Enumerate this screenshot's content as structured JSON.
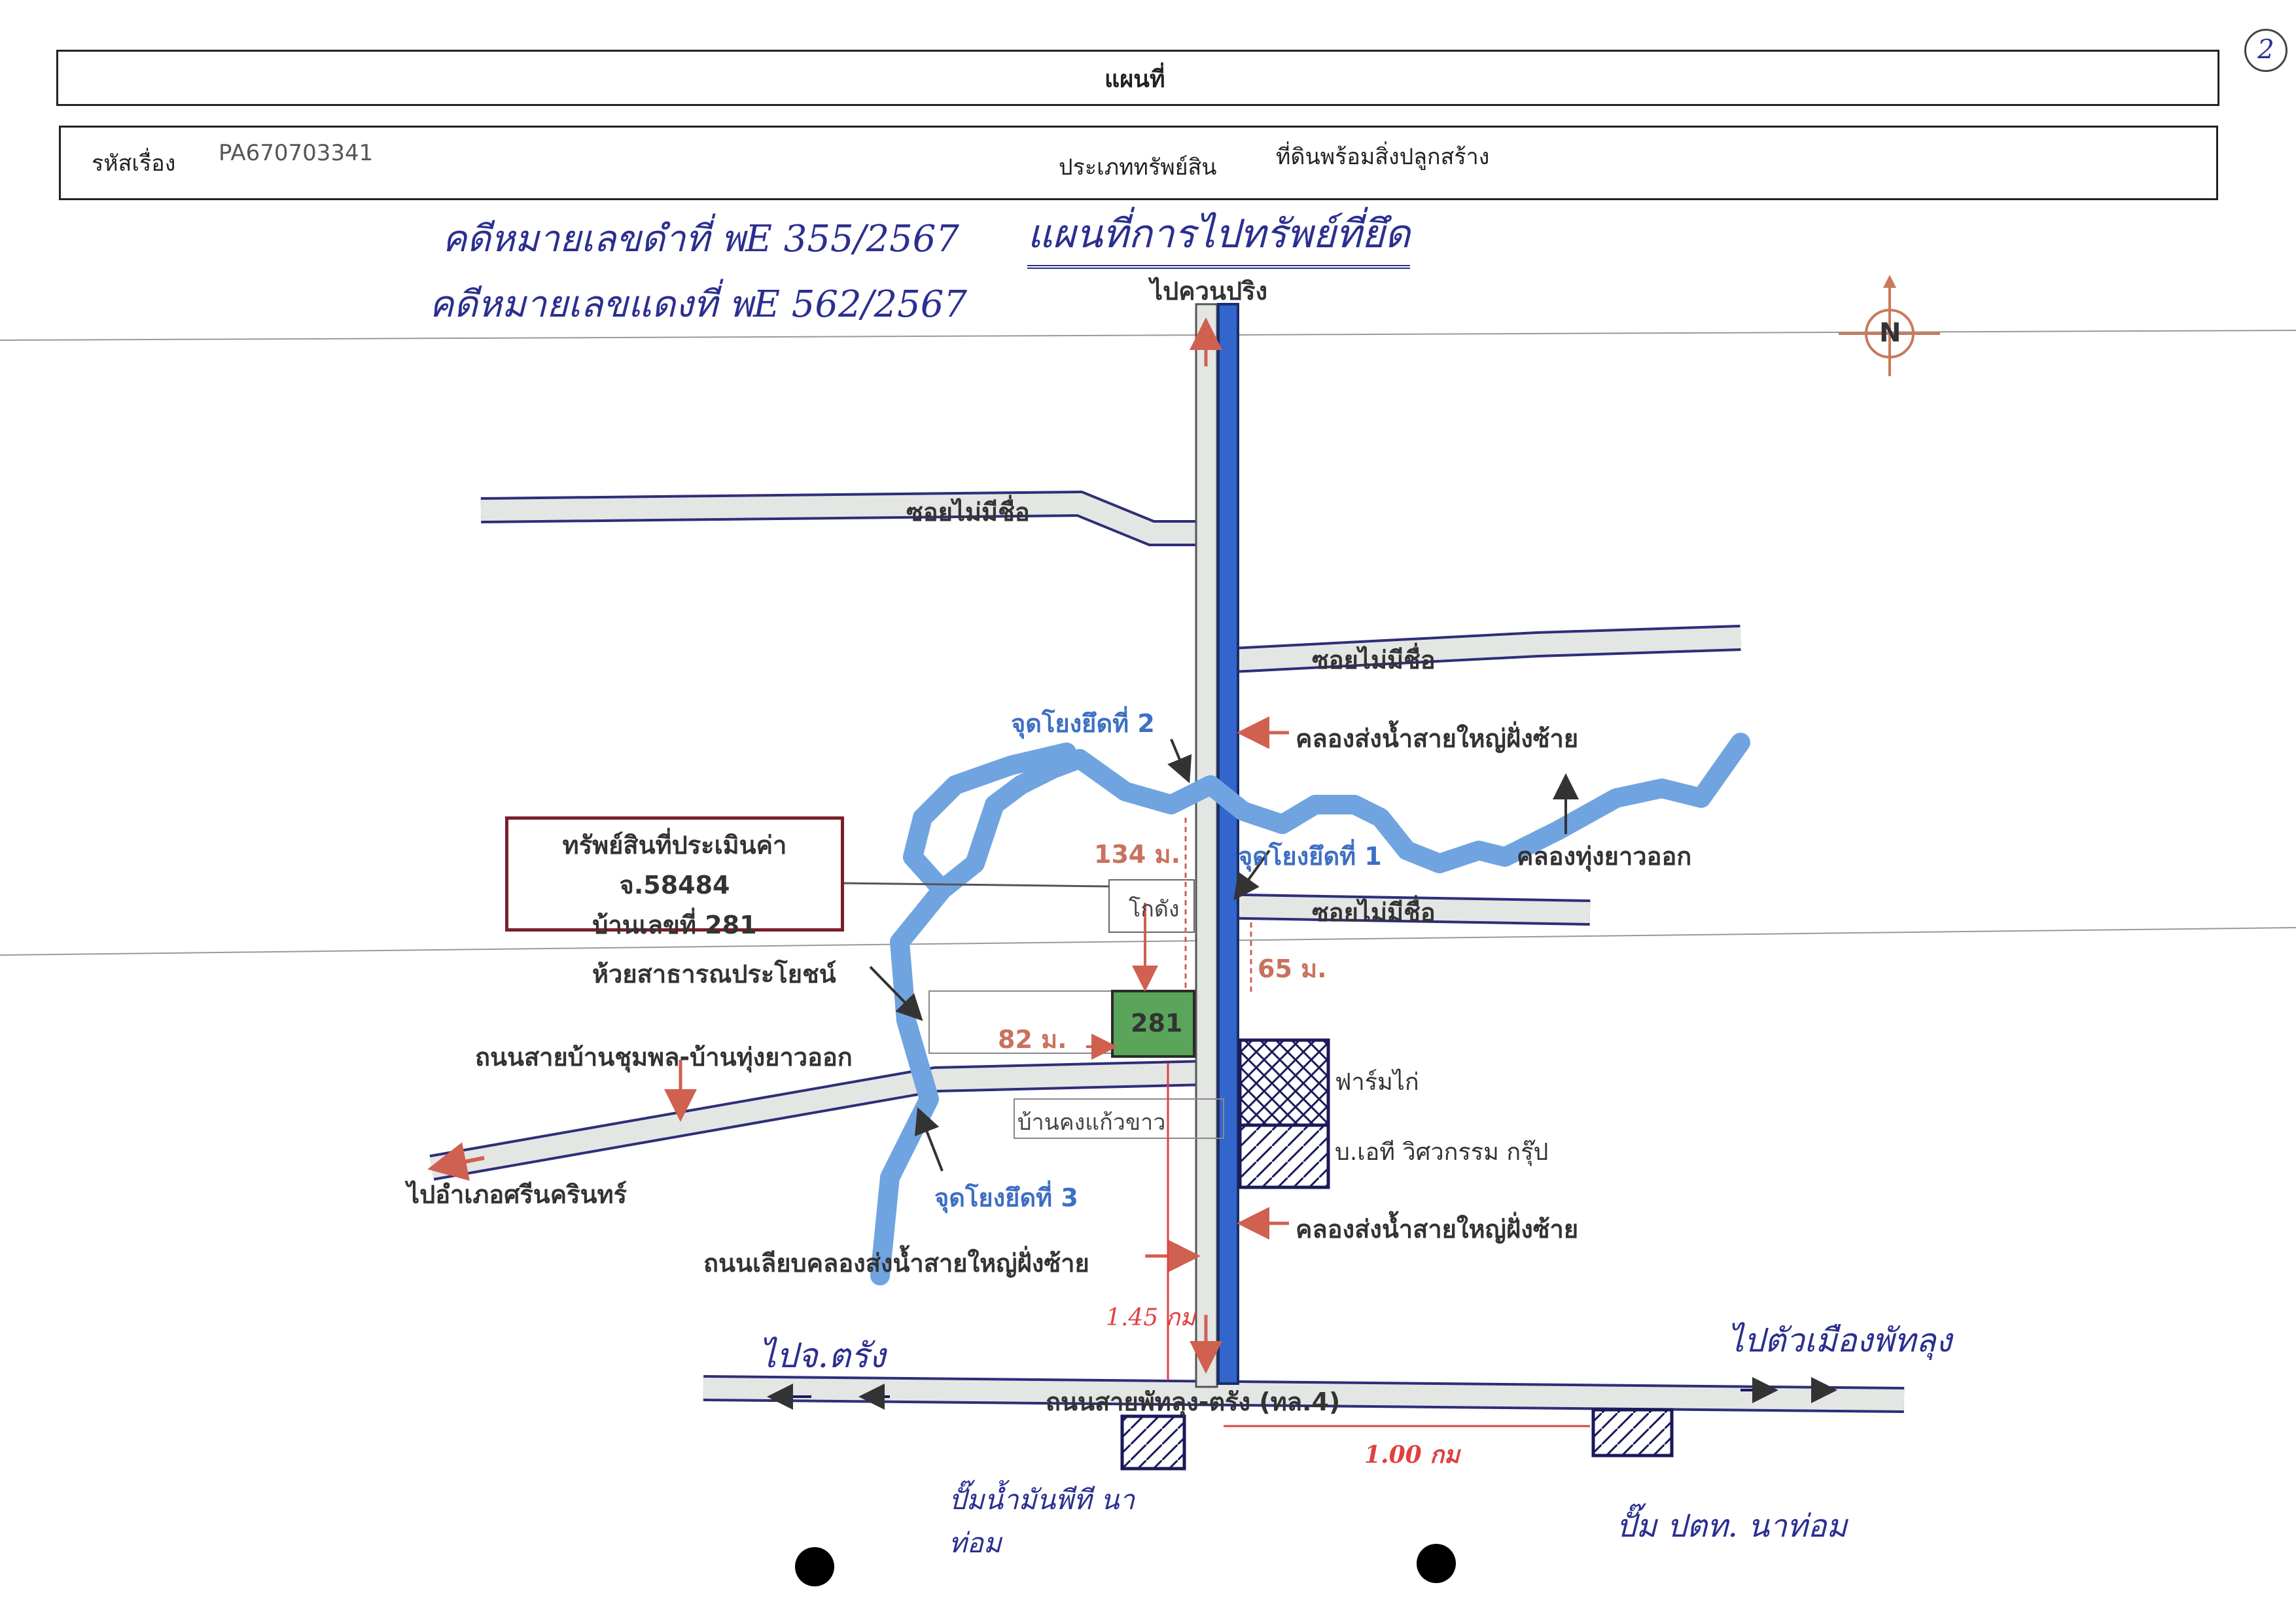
{
  "header": {
    "title": "แผนที่",
    "case_label": "รหัสเรื่อง",
    "case_code": "PA670703341",
    "asset_type_label": "ประเภททรัพย์สิน",
    "asset_type_value": "ที่ดินพร้อมสิ่งปลูกสร้าง",
    "page_mark": "2"
  },
  "handwritten": {
    "case_black": "คดีหมายเลขดำที่ พE 355/2567",
    "case_red": "คดีหมายเลขแดงที่ พE 562/2567",
    "map_title": "แผนที่การไปทรัพย์ที่ยึด",
    "to_trang": "ไปจ.ตรัง",
    "to_phatthalung": "ไปตัวเมืองพัทลุง",
    "gas_station_1": "ปั๊มน้ำมันพีที นาท่อม",
    "gas_station_2": "ปั๊ม ปตท. นาท่อม",
    "dist_145": "1.45 กม",
    "dist_100": "1.00 กม"
  },
  "compass": {
    "letter": "N"
  },
  "map": {
    "to_khuan_pring": "ไปควนปริง",
    "soi_no_name_1": "ซอยไม่มีชื่อ",
    "soi_no_name_2": "ซอยไม่มีชื่อ",
    "soi_no_name_3": "ซอยไม่มีชื่อ",
    "canal_1": "คลองส่งน้ำสายใหญ่ฝั่งซ้าย",
    "canal_2": "คลองส่งน้ำสายใหญ่ฝั่งซ้าย",
    "stream": "คลองทุ่งยาวออก",
    "tie_point_1": "จุดโยงยึดที่ 1",
    "tie_point_2": "จุดโยงยึดที่ 2",
    "tie_point_3": "จุดโยงยึดที่ 3",
    "dist_134": "134 ม.",
    "dist_65": "65 ม.",
    "dist_82": "82 ม.",
    "warehouse": "โกดัง",
    "creek": "ห้วยสาธารณประโยชน์",
    "road_chumphon": "ถนนสายบ้านชุมพล-บ้านทุ่งยาวออก",
    "to_srinagarindra": "ไปอำเภอศรีนครินทร์",
    "ban_khong": "บ้านคงแก้วขาว",
    "chicken_farm": "ฟาร์มไก่",
    "company": "บ.เอที วิศวกรรม กรุ๊ป",
    "canal_road": "ถนนเลียบคลองส่งน้ำสายใหญ่ฝั่งซ้าย",
    "highway": "ถนนสายพัทลุง-ตรัง (ทล.4)",
    "plot_number": "281"
  },
  "asset_box": {
    "line1": "ทรัพย์สินที่ประเมินค่า",
    "line2": "จ.58484",
    "line3": "บ้านเลขที่ 281"
  },
  "colors": {
    "canal_blue": "#3366cc",
    "stream_blue": "#6fa4e0",
    "plot_green": "#5aa55a",
    "road_fill": "#e4e6e4",
    "road_edge": "#2e2e7a",
    "arrow_red": "#d06050",
    "asset_border": "#7a1f2b"
  }
}
